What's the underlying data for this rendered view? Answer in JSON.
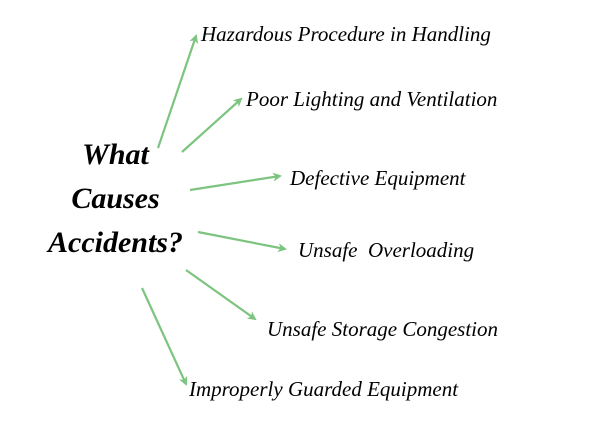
{
  "title": {
    "lines": [
      "What",
      "Causes",
      "Accidents?"
    ]
  },
  "causes": [
    {
      "label": "Hazardous Procedure in Handling"
    },
    {
      "label": "Poor Lighting and Ventilation"
    },
    {
      "label": "Defective Equipment"
    },
    {
      "label": "Unsafe  Overloading"
    },
    {
      "label": "Unsafe Storage Congestion"
    },
    {
      "label": "Improperly Guarded Equipment"
    }
  ],
  "colors": {
    "arrow": "#7cc47f",
    "text": "#000000",
    "background": "#ffffff"
  }
}
